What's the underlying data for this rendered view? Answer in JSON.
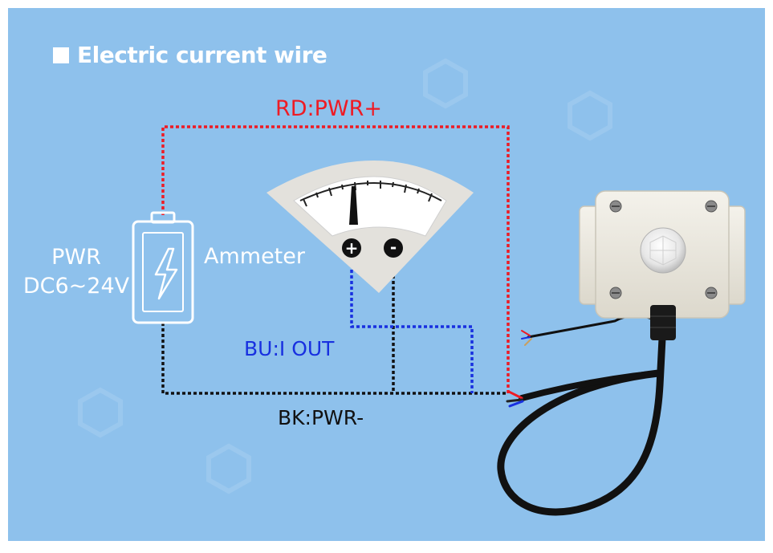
{
  "title": "Electric current wire",
  "power": {
    "line1": "PWR",
    "line2": "DC6~24V"
  },
  "ammeter": {
    "label": "Ammeter",
    "plus": "+",
    "minus": "-"
  },
  "wires": {
    "red": {
      "label": "RD:PWR+",
      "color": "#ee1b24"
    },
    "blue": {
      "label": "BU:I OUT",
      "color": "#1830e0"
    },
    "black": {
      "label": "BK:PWR-",
      "color": "#111111"
    }
  },
  "colors": {
    "background": "#8ec1ec",
    "sensor_body": "#ece9e0",
    "text_light": "#ffffff"
  },
  "icons": [
    "battery-icon",
    "lightning-icon",
    "ammeter-gauge-icon",
    "pir-sensor-icon",
    "cable-icon"
  ]
}
